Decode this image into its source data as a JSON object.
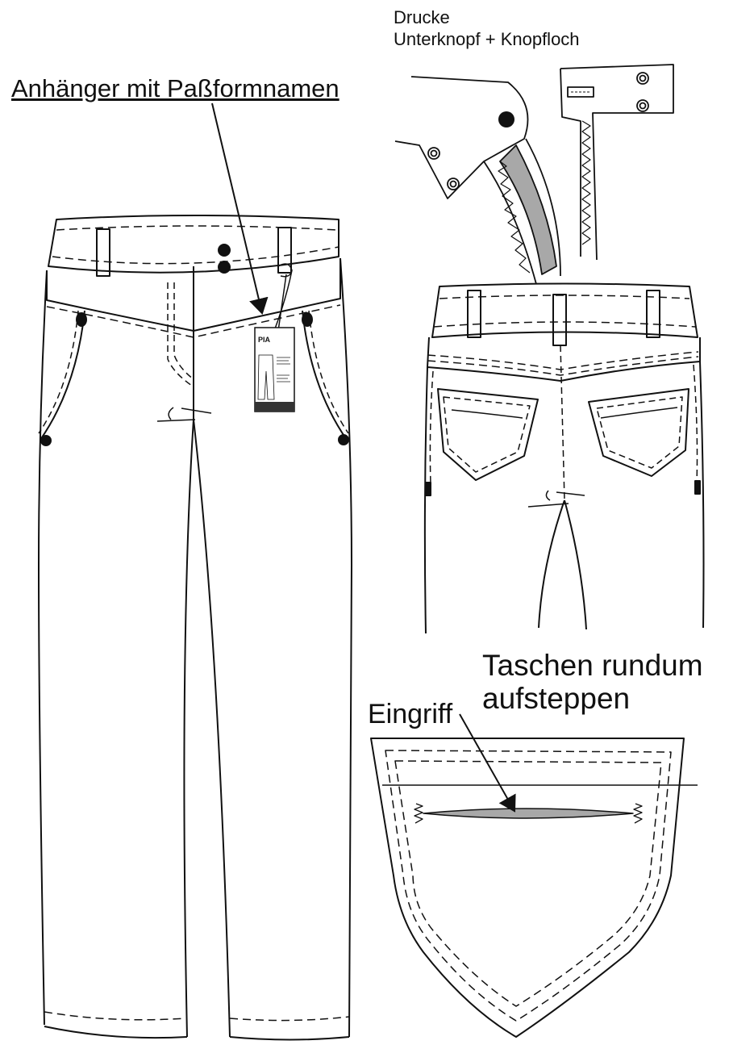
{
  "labels": {
    "tag": "Anhänger mit Paßformnamen",
    "prints_line1": "Drucke",
    "prints_line2": "Unterknopf + Knopfloch",
    "pocket_line1": "Taschen rundum",
    "pocket_line2": "aufsteppen",
    "opening": "Eingriff"
  },
  "tag_card": {
    "fit_name": "PIA"
  },
  "colors": {
    "line": "#111111",
    "fill_grey": "#a8a8a8",
    "background": "#ffffff"
  }
}
